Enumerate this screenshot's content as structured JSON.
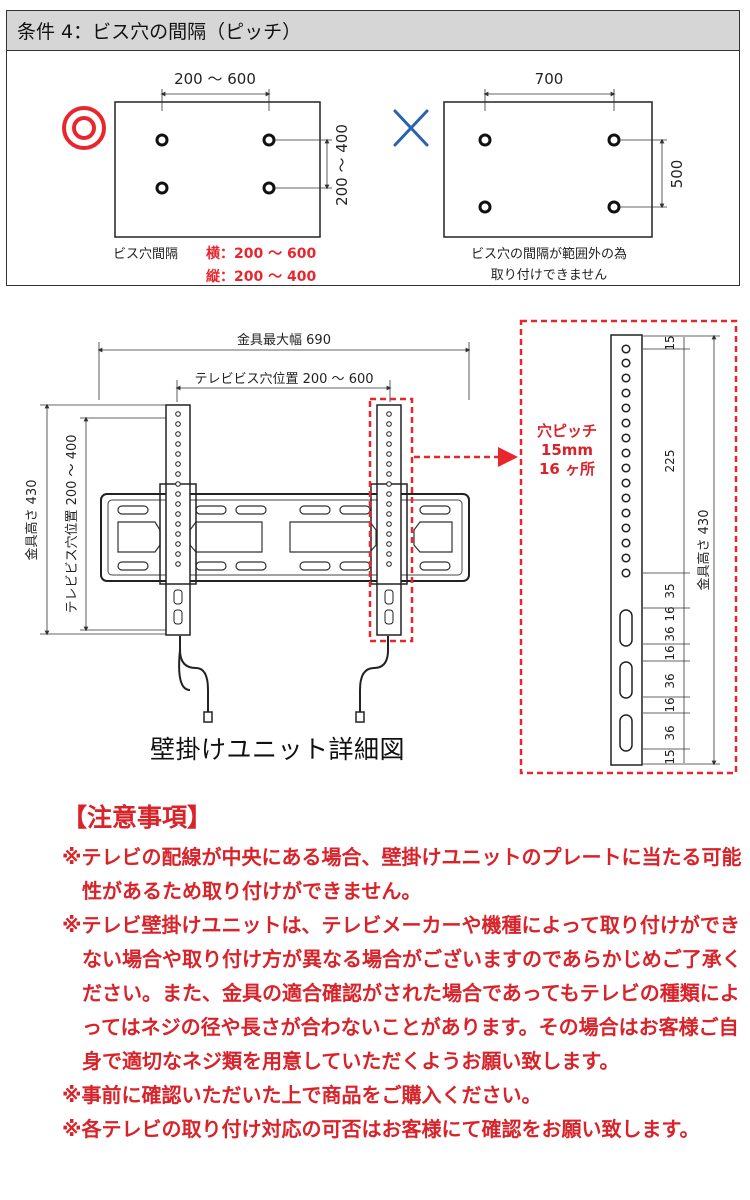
{
  "condition": {
    "header": "条件 4：ビス穴の間隔（ピッチ）",
    "ok_example": {
      "width_label": "200 ～ 600",
      "height_label": "200 ～ 400",
      "caption_prefix": "ビス穴間隔",
      "caption_horizontal": "横：200 ～ 600",
      "caption_vertical": "縦：200 ～ 400",
      "mark_color": "#e8262d"
    },
    "ng_example": {
      "width_label": "700",
      "height_label": "500",
      "caption_line1": "ビス穴の間隔が範囲外の為",
      "caption_line2": "取り付けできません",
      "mark_color": "#2a62b0"
    }
  },
  "detail": {
    "title": "壁掛けユニット詳細図",
    "max_width_label": "金具最大幅 690",
    "tv_hole_position_label": "テレビビス穴位置 200 ～ 600",
    "height_label_left": "金具高さ 430",
    "tv_hole_vertical_label": "テレビビス穴位置 200 ～ 400",
    "pitch_callout": {
      "line1": "穴ピッチ",
      "line2": "15mm",
      "line3": "16 ヶ所",
      "color": "#d9232a"
    },
    "strip_dimensions": [
      "15",
      "225",
      "35",
      "16",
      "36",
      "16",
      "36",
      "16",
      "36",
      "15"
    ],
    "strip_height_label": "金具高さ 430"
  },
  "notes": {
    "heading": "【注意事項】",
    "items": [
      "※テレビの配線が中央にある場合、壁掛けユニットのプレートに当たる可能性があるため取り付けができません。",
      "※テレビ壁掛けユニットは、テレビメーカーや機種によって取り付けができない場合や取り付け方が異なる場合がございますのであらかじめご了承ください。また、金具の適合確認がされた場合であってもテレビの種類によってはネジの径や長さが合わないことがあります。その場合はお客様ご自身で適切なネジ類を用意していただくようお願い致します。",
      "※事前に確認いただいた上で商品をご購入ください。",
      "※各テレビの取り付け対応の可否はお客様にて確認をお願い致します。"
    ],
    "color": "#d9232a"
  }
}
